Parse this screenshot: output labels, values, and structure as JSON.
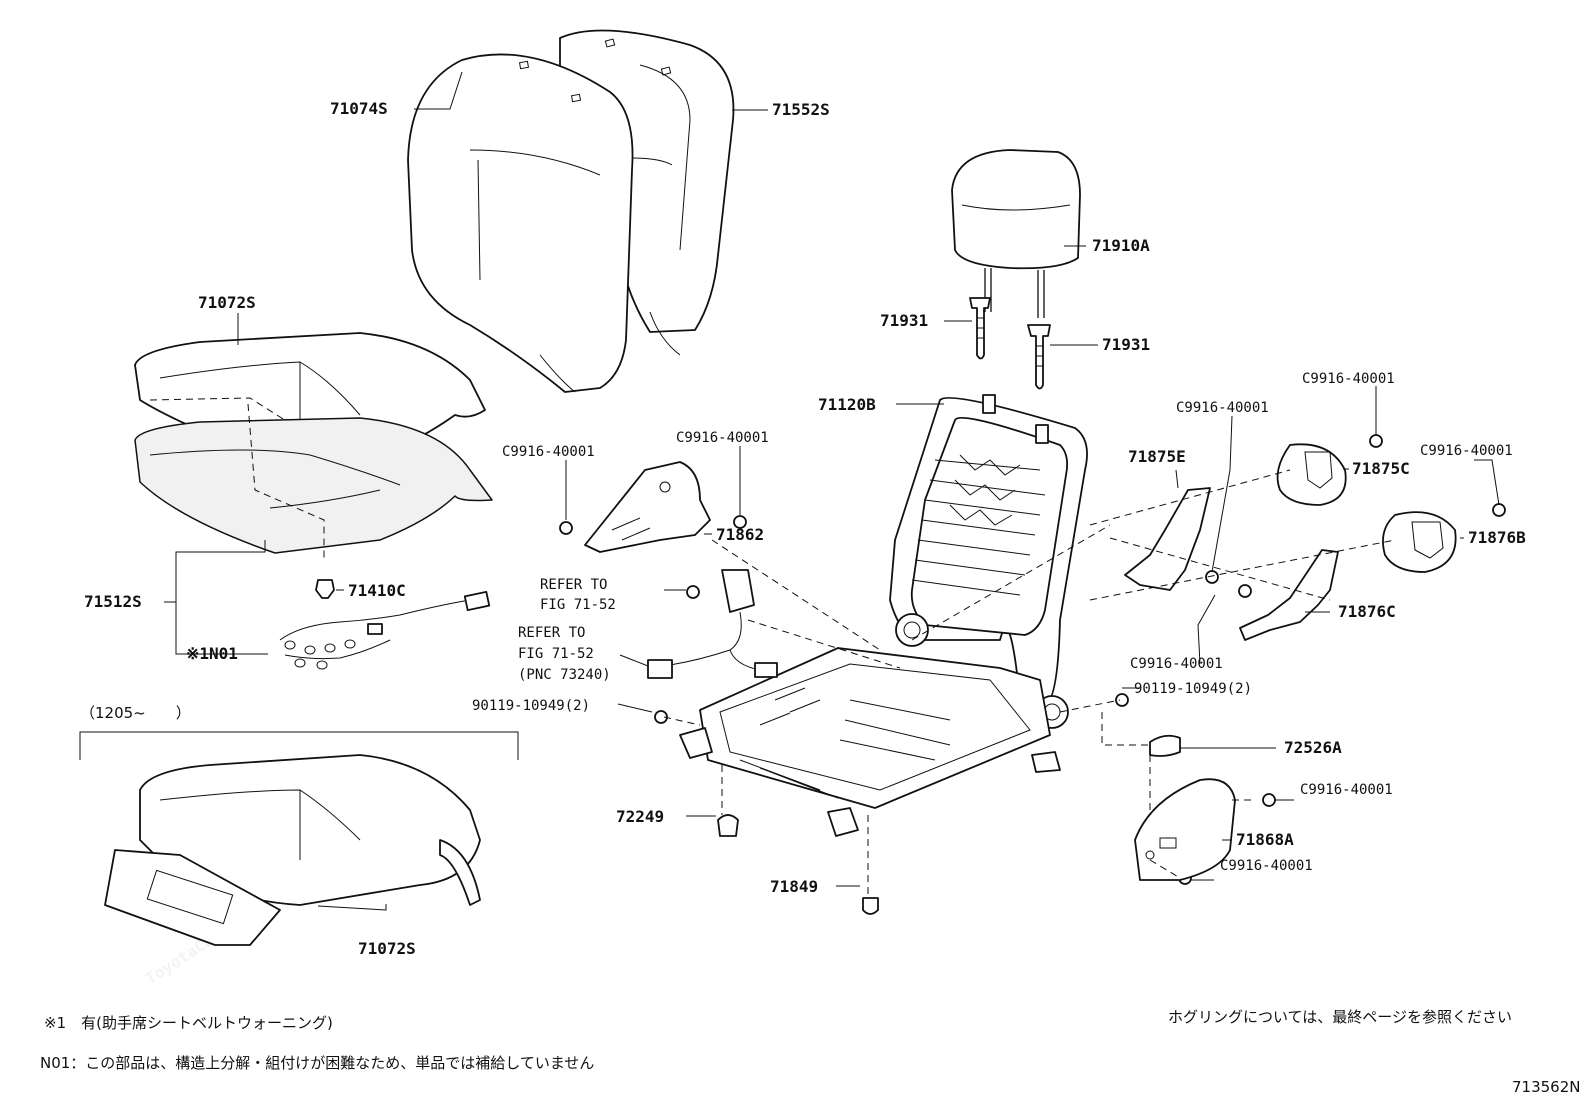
{
  "watermark": "ToyotaCarMine.ru",
  "labels": {
    "p71074S": "71074S",
    "p71552S": "71552S",
    "p71072S_top": "71072S",
    "p71512S": "71512S",
    "p71410C": "71410C",
    "p1N01": "※1N01",
    "p71910A": "71910A",
    "p71931_left": "71931",
    "p71931_right": "71931",
    "p71120B": "71120B",
    "c9916_hinge_left": "C9916-40001",
    "c9916_hinge_right": "C9916-40001",
    "p71862": "71862",
    "refer1_line1": "REFER TO",
    "refer1_line2": "FIG 71-52",
    "refer2_line1": "REFER TO",
    "refer2_line2": "FIG 71-52",
    "refer2_line3": "(PNC 73240)",
    "bolt_left": "90119-10949(2)",
    "bolt_right": "90119-10949(2)",
    "p72249": "72249",
    "p71849": "71849",
    "c9916_a": "C9916-40001",
    "c9916_b": "C9916-40001",
    "c9916_c": "C9916-40001",
    "c9916_d": "C9916-40001",
    "c9916_e": "C9916-40001",
    "c9916_f": "C9916-40001",
    "p71875E": "71875E",
    "p71875C": "71875C",
    "p71876B": "71876B",
    "p71876C": "71876C",
    "p72526A": "72526A",
    "p71868A": "71868A",
    "range_bracket": "（1205~　　）",
    "p71072S_bottom": "71072S"
  },
  "notes": {
    "note1": "※1　有(助手席シートベルトウォーニング)",
    "note2": "N01：この部品は、構造上分解・組付けが困難なため、単品では補給していません",
    "hog_ring": "ホグリングについては、最終ページを参照ください",
    "figure_id": "713562N"
  }
}
